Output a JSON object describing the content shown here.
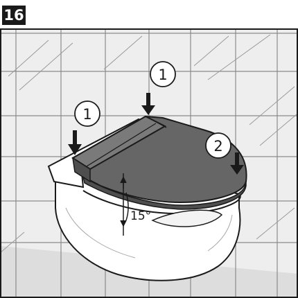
{
  "step": {
    "number": "16"
  },
  "callouts": [
    {
      "label": "1"
    },
    {
      "label": "1"
    },
    {
      "label": "2"
    }
  ],
  "angle": {
    "label": "15°"
  },
  "colors": {
    "wall_tile": "#eeeeee",
    "wall_floor": "#dddddd",
    "grout": "#8a8a8a",
    "seat": "#666666",
    "seat_dark": "#4e4e4e",
    "seat_light": "#7a7a7a",
    "porcelain": "#ffffff",
    "line": "#1a1a1a"
  }
}
